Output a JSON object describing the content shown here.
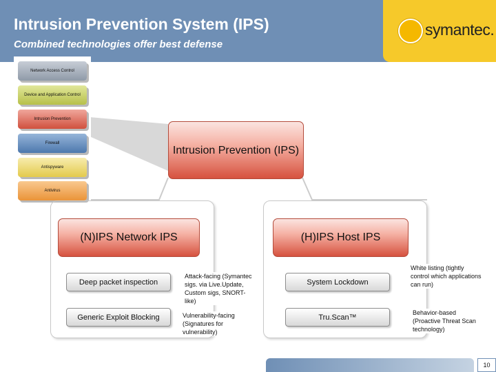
{
  "header": {
    "title": "Intrusion Prevention System (IPS)",
    "subtitle": "Combined technologies offer best defense",
    "logo_text": "symantec."
  },
  "stack": {
    "layers": [
      "Network Access Control",
      "Device and Application Control",
      "Intrusion Prevention",
      "Firewall",
      "Antispyware",
      "Antivirus"
    ]
  },
  "diagram": {
    "main": "Intrusion Prevention (IPS)",
    "network_ips": "(N)IPS Network IPS",
    "host_ips": "(H)IPS Host IPS",
    "deep_packet": "Deep packet inspection",
    "generic_exploit": "Generic Exploit Blocking",
    "system_lockdown": "System Lockdown",
    "truscan": "Tru.Scan™",
    "note_attack": "Attack-facing (Symantec sigs. via Live.Update, Custom sigs, SNORT-like)",
    "note_vuln": "Vulnerability-facing (Signatures for vulnerability)",
    "note_whitelist": "White listing (tightly control which applications can run)",
    "note_behavior": "Behavior-based (Proactive Threat Scan technology)"
  },
  "footer": {
    "page_number": "10"
  },
  "colors": {
    "header_blue": "#6f8fb5",
    "symantec_yellow": "#f6c92a",
    "ips_red": "#d6523f"
  }
}
